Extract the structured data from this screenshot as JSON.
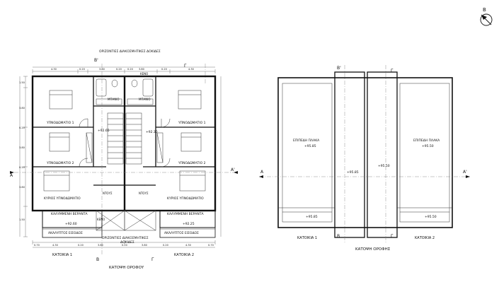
{
  "north": {
    "label": "B"
  },
  "labels": {
    "floor_plan_title": "ΚΑΤΟΨΗ ΟΡΟΦΟΥ",
    "roof_plan_title": "ΚΑΤΟΨΗ ΟΡΟΦΗΣ",
    "horizontal_beams_top": "ΟΡΙΖΟΝΤΙΕΣ ΔΙΑΚΟΣΜΗΤΙΚΕΣ ΔΟΚΙΔΕΣ",
    "horizontal_beams_bottom_1": "ΟΡΙΖΟΝΤΙΕΣ ΔΙΑΚΟΣΜΗΤΙΚΕΣ",
    "horizontal_beams_bottom_2": "ΔΟΚΙΔΕΣ",
    "kitchen_top": "ΚΕΝΟ",
    "kitchen_bottom": "ΚΕΝΟ",
    "bath_left": "ΜΠΑΝΙΟ",
    "bath_right": "ΜΠΑΝΙΟ",
    "bedroom1_left": "ΥΠΝΟΔΩΜΑΤΙΟ 1",
    "bedroom1_right": "ΥΠΝΟΔΩΜΑΤΙΟ 1",
    "bedroom2_left": "ΥΠΝΟΔΩΜΑΤΙΟ 2",
    "bedroom2_right": "ΥΠΝΟΔΩΜΑΤΙΟ 2",
    "master_left": "ΚΥΡΙΟΣ ΥΠΝΟΔΩΜΑΤΙΟ",
    "master_right": "ΚΥΡΙΟΣ ΥΠΝΟΔΩΜΑΤΙΟ",
    "closet_left": "ΝΤΟΥΣ",
    "closet_right": "ΝΤΟΥΣ",
    "veranda_left": "ΚΑΛΥΜΜΕΝΗ ΒΕΡΑΝΤΑ",
    "veranda_right": "ΚΑΛΥΜΜΕΝΗ ΒΕΡΑΝΤΑ",
    "entrance_left": "ΑΚΑΛΥΠΤΟΣ ΕΙΣΟΔΟΣ",
    "entrance_right": "ΑΚΑΛΥΠΤΟΣ ΕΙΣΟΔΟΣ",
    "house1": "ΚΑΤΟΙΚΙΑ 1",
    "house2": "ΚΑΤΟΙΚΙΑ 2",
    "roof_house1": "ΚΑΤΟΙΚΙΑ 1",
    "roof_house2": "ΚΑΤΟΙΚΙΑ 2",
    "flat_slab_left": "ΕΠΙΠΕΔΗ ΠΛΑΚΑ",
    "flat_slab_right": "ΕΠΙΠΕΔΗ ΠΛΑΚΑ"
  },
  "levels": {
    "floor_left": "+92.65",
    "floor_right": "+92.30",
    "veranda_left": "+92.60",
    "veranda_right": "+92.25",
    "roof_left_slab": "+95.85",
    "roof_center_left": "+95.85",
    "roof_center_right": "+95.50",
    "roof_right_slab": "+95.50",
    "roof_bottom_left": "+95.85",
    "roof_bottom_right": "+95.50"
  },
  "sections": {
    "a_left": "A",
    "a_right": "A'",
    "b_top": "B'",
    "b_bottom": "B",
    "g_top": "Γ",
    "g_bottom": "Γ",
    "roof_a_left": "A",
    "roof_a_right": "A'",
    "roof_b_top": "B'",
    "roof_b_bottom": "B",
    "roof_g_top": "Γ",
    "roof_g_bottom": "Γ"
  },
  "dimensions": {
    "top": [
      "4.30",
      "0.20",
      "3.80",
      "0.20",
      "0.20",
      "3.80",
      "0.20",
      "4.30"
    ],
    "left": [
      "1.50",
      "3.80",
      "0.20",
      "3.80",
      "0.20",
      "3.80",
      "1.50"
    ],
    "bottom": [
      "0.70",
      "4.30",
      "0.20",
      "3.80",
      "0.20",
      "3.80",
      "0.20",
      "4.30",
      "0.70"
    ]
  }
}
